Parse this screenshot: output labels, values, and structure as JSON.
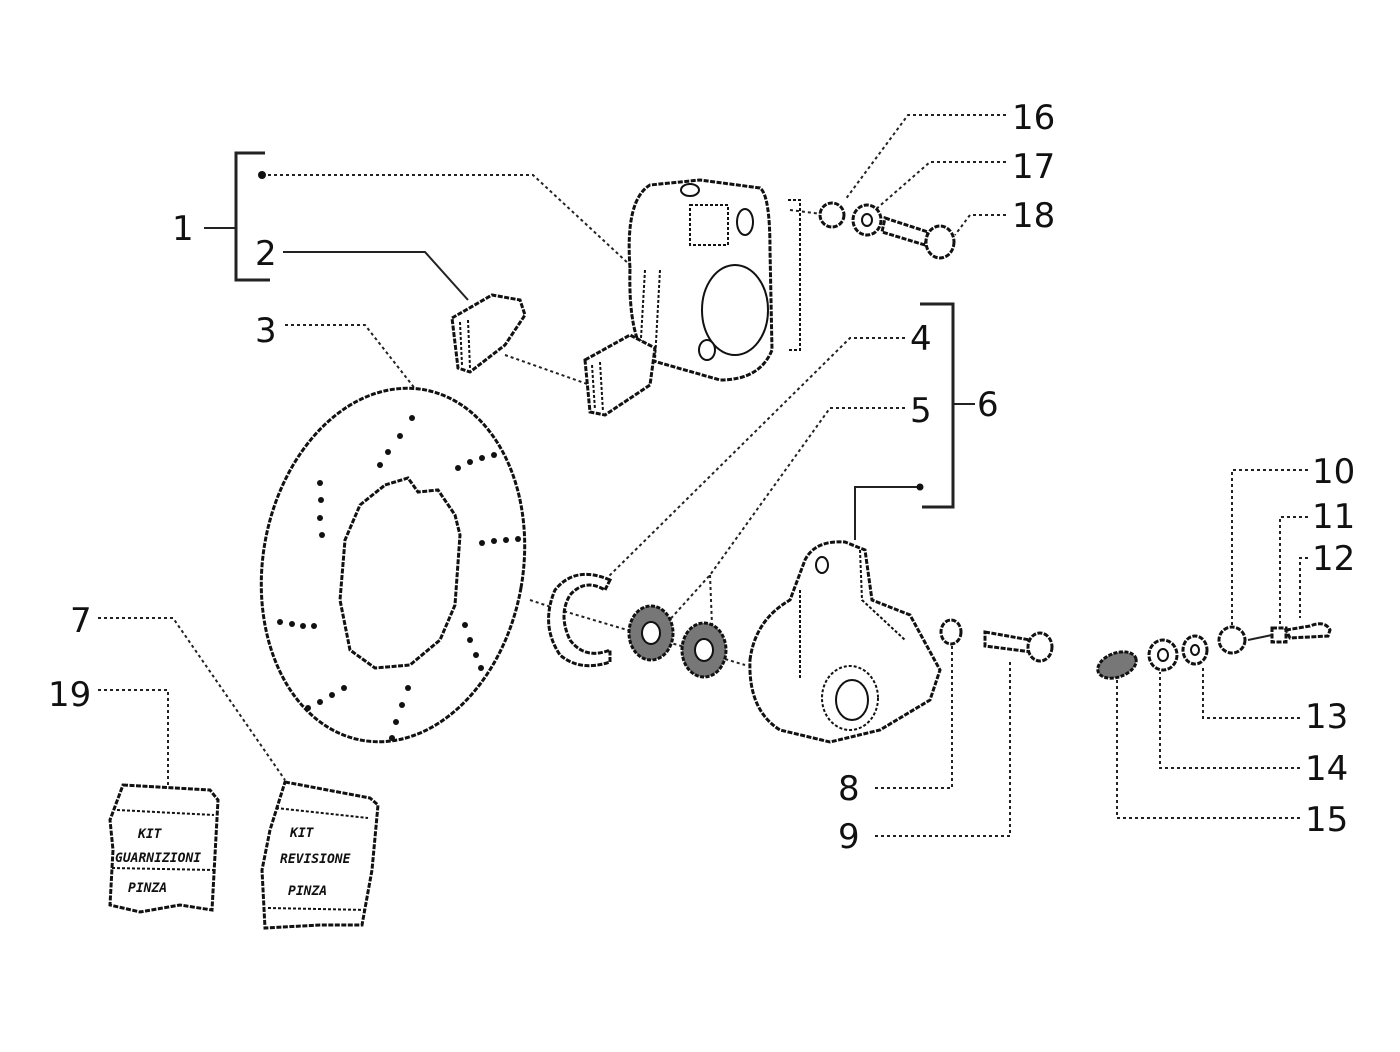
{
  "diagram": {
    "type": "exploded-parts-view",
    "subject": "Front brake disc and caliper assembly",
    "colors": {
      "ink": "#111111",
      "background": "#ffffff"
    },
    "callouts": [
      {
        "id": "1",
        "label": "1",
        "part": "caliper assembly (group bracket for 1–2)"
      },
      {
        "id": "2",
        "label": "2",
        "part": "brake pads"
      },
      {
        "id": "3",
        "label": "3",
        "part": "brake disc"
      },
      {
        "id": "4",
        "label": "4",
        "part": "retaining ring"
      },
      {
        "id": "5",
        "label": "5",
        "part": "piston seals"
      },
      {
        "id": "6",
        "label": "6",
        "part": "caliper body (group bracket for 4–5)"
      },
      {
        "id": "7",
        "label": "7",
        "part": "caliper overhaul kit bag"
      },
      {
        "id": "8",
        "label": "8",
        "part": "washer"
      },
      {
        "id": "9",
        "label": "9",
        "part": "bolt"
      },
      {
        "id": "10",
        "label": "10",
        "part": "nut"
      },
      {
        "id": "11",
        "label": "11",
        "part": "bleed screw"
      },
      {
        "id": "12",
        "label": "12",
        "part": "bleed cap"
      },
      {
        "id": "13",
        "label": "13",
        "part": "washer"
      },
      {
        "id": "14",
        "label": "14",
        "part": "washer"
      },
      {
        "id": "15",
        "label": "15",
        "part": "seal"
      },
      {
        "id": "16",
        "label": "16",
        "part": "nut"
      },
      {
        "id": "17",
        "label": "17",
        "part": "washer"
      },
      {
        "id": "18",
        "label": "18",
        "part": "bolt"
      },
      {
        "id": "19",
        "label": "19",
        "part": "gasket kit bag"
      }
    ],
    "kit_bags": [
      {
        "ref": "19",
        "lines": [
          "KIT",
          "GUARNIZIONI",
          "PINZA"
        ]
      },
      {
        "ref": "7",
        "lines": [
          "KIT",
          "REVISIONE",
          "PINZA"
        ]
      }
    ]
  }
}
